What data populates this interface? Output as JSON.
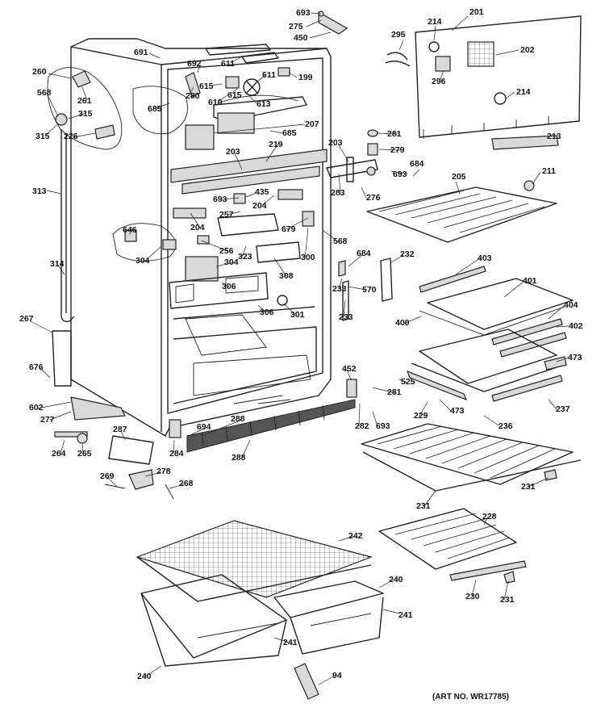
{
  "diagram": {
    "art_number": "(ART NO. WR17785)",
    "callouts": [
      "693",
      "275",
      "450",
      "201",
      "214",
      "295",
      "202",
      "296",
      "214",
      "281",
      "279",
      "213",
      "693",
      "684",
      "211",
      "283",
      "276",
      "205",
      "203",
      "691",
      "692",
      "611",
      "199",
      "611",
      "615",
      "615",
      "610",
      "613",
      "280",
      "685",
      "260",
      "261",
      "568",
      "315",
      "315",
      "226",
      "219",
      "685",
      "207",
      "203",
      "313",
      "693",
      "435",
      "204",
      "204",
      "257",
      "646",
      "679",
      "568",
      "256",
      "323",
      "304",
      "304",
      "300",
      "308",
      "314",
      "306",
      "684",
      "232",
      "233",
      "570",
      "233",
      "403",
      "401",
      "306",
      "301",
      "404",
      "267",
      "400",
      "402",
      "473",
      "676",
      "452",
      "525",
      "281",
      "602",
      "277",
      "473",
      "237",
      "282",
      "693",
      "236",
      "229",
      "288",
      "694",
      "264",
      "265",
      "287",
      "284",
      "288",
      "231",
      "231",
      "269",
      "278",
      "268",
      "228",
      "242",
      "240",
      "230",
      "231",
      "241",
      "241",
      "240",
      "94"
    ]
  }
}
